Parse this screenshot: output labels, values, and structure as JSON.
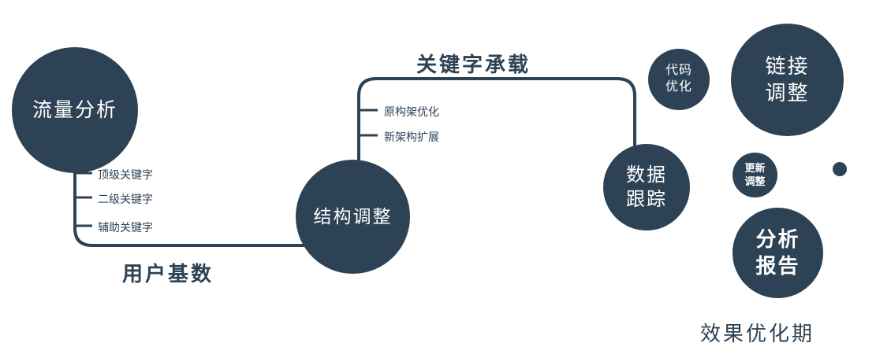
{
  "colors": {
    "node_fill": "#2d4254",
    "line": "#2d4254",
    "label_text": "#2d4254",
    "node_text": "#ffffff",
    "background": "#ffffff"
  },
  "nodes": {
    "traffic": {
      "label": "流量分析"
    },
    "structure": {
      "label": "结构调整"
    },
    "tracking": {
      "line1": "数据",
      "line2": "跟踪"
    },
    "code": {
      "line1": "代码",
      "line2": "优化"
    },
    "link": {
      "line1": "链接",
      "line2": "调整"
    },
    "update": {
      "line1": "更新",
      "line2": "调整"
    },
    "report": {
      "line1": "分析",
      "line2": "报告"
    }
  },
  "edges": {
    "user_base": "用户基数",
    "keyword_carry": "关键字承载"
  },
  "branches": {
    "traffic": [
      "顶级关键字",
      "二级关键字",
      "辅助关键字"
    ],
    "structure": [
      "原构架优化",
      "新架构扩展"
    ]
  },
  "footer": "效果优化期"
}
